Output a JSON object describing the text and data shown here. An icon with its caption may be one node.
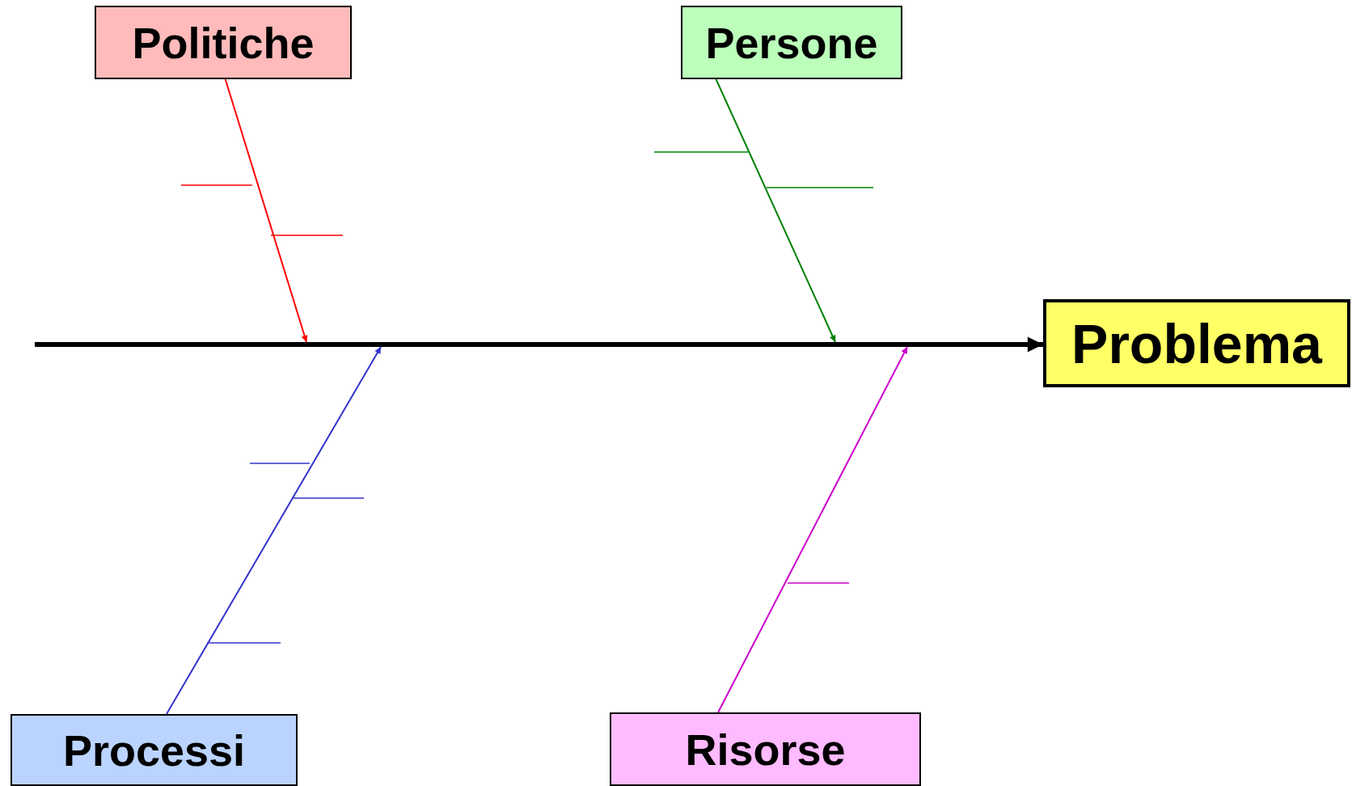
{
  "diagram": {
    "nodes": [
      {
        "text": [
          "Politiche"
        ]
      },
      {
        "text": [
          "Persone"
        ]
      },
      {
        "text": [
          "Problema"
        ]
      },
      {
        "text": [
          "Processi"
        ]
      },
      {
        "text": [
          "Risorse"
        ]
      }
    ],
    "edges": [
      {
        "from": null,
        "to": 2,
        "arrow": "to",
        "style": "thick"
      },
      {
        "from": 0,
        "to": null,
        "arrow": "to",
        "color": "#ff0000"
      },
      {
        "from": 1,
        "to": null,
        "arrow": "to",
        "color": "#008000"
      },
      {
        "from": 3,
        "to": null,
        "arrow": "to",
        "color": "#3333cc"
      },
      {
        "from": 4,
        "to": null,
        "arrow": "to",
        "color": "#cc00cc"
      }
    ]
  }
}
